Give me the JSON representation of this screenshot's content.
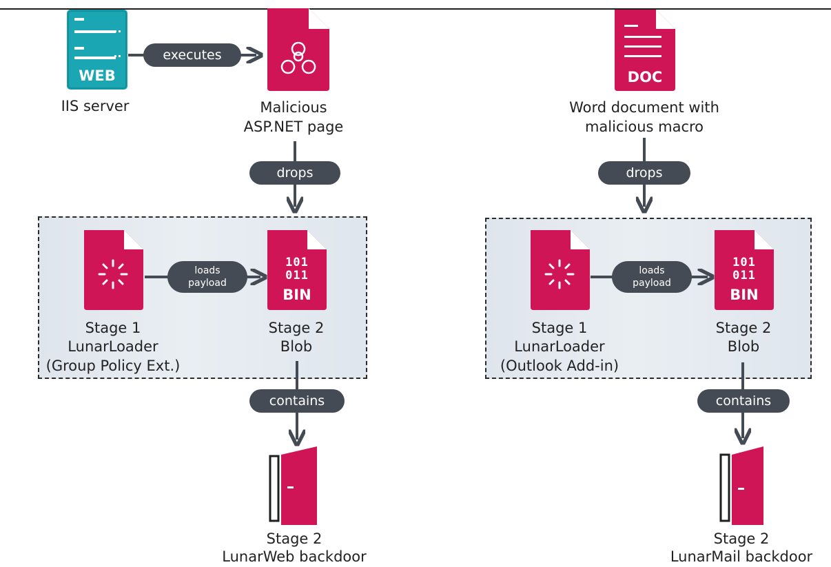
{
  "colors": {
    "accent": "#d01557",
    "server": "#1aa7b3",
    "pill": "#454b55"
  },
  "left": {
    "server": {
      "icon": "web-server-icon",
      "tag": "WEB",
      "label": "IIS server"
    },
    "executes": "executes",
    "asp_page": {
      "icon": "biohazard-file-icon",
      "label_line1": "Malicious",
      "label_line2": "ASP.NET page"
    },
    "drops": "drops",
    "stage1": {
      "icon": "loader-file-icon",
      "line1": "Stage 1",
      "line2": "LunarLoader",
      "line3": "(Group Policy Ext.)"
    },
    "loads_line1": "loads",
    "loads_line2": "payload",
    "stage2": {
      "icon": "binary-file-icon",
      "bits1": "101",
      "bits2": "011",
      "tag": "BIN",
      "line1": "Stage 2",
      "line2": "Blob"
    },
    "contains": "contains",
    "backdoor": {
      "icon": "door-icon",
      "line1": "Stage 2",
      "line2": "LunarWeb backdoor"
    }
  },
  "right": {
    "doc": {
      "icon": "doc-file-icon",
      "tag": "DOC",
      "label_line1": "Word document with",
      "label_line2": "malicious macro"
    },
    "drops": "drops",
    "stage1": {
      "icon": "loader-file-icon",
      "line1": "Stage 1",
      "line2": "LunarLoader",
      "line3": "(Outlook Add-in)"
    },
    "loads_line1": "loads",
    "loads_line2": "payload",
    "stage2": {
      "icon": "binary-file-icon",
      "bits1": "101",
      "bits2": "011",
      "tag": "BIN",
      "line1": "Stage 2",
      "line2": "Blob"
    },
    "contains": "contains",
    "backdoor": {
      "icon": "door-icon",
      "line1": "Stage 2",
      "line2": "LunarMail backdoor"
    }
  }
}
